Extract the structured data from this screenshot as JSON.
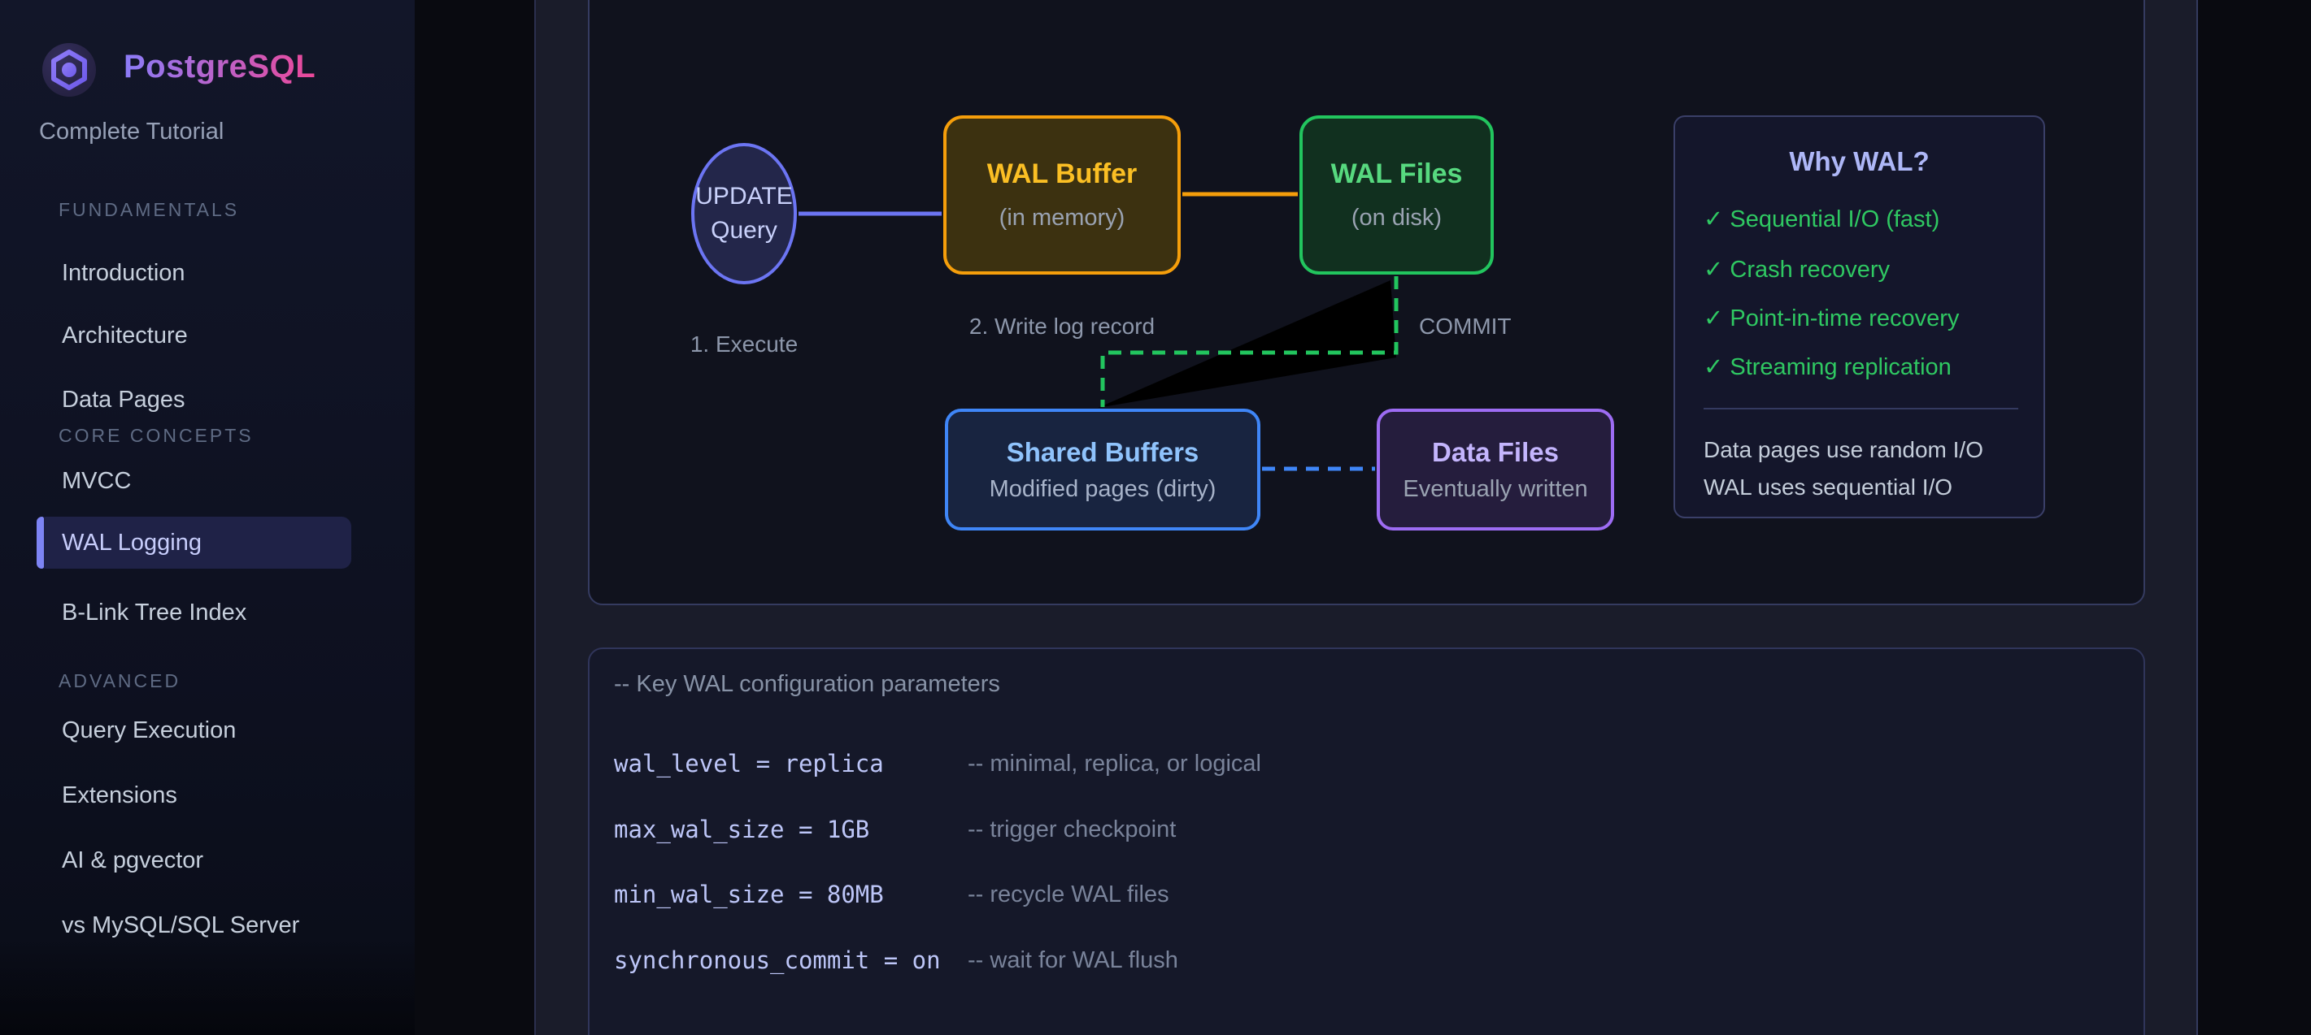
{
  "theme": {
    "accent-purple": "#6c75f3",
    "accent-orange": "#f59e0b",
    "accent-green": "#22c55e",
    "accent-blue": "#3f86f7",
    "accent-violet": "#9d6cf3",
    "brand-start": "#8b7cf8",
    "brand-end": "#ec4899",
    "green-text": "#2fc862",
    "code-text": "#bdc6f8"
  },
  "sidebar": {
    "brand": "PostgreSQL",
    "subtitle": "Complete Tutorial",
    "sections": [
      {
        "label": "FUNDAMENTALS",
        "items": [
          {
            "label": "Introduction"
          },
          {
            "label": "Architecture"
          },
          {
            "label": "Data Pages"
          }
        ]
      },
      {
        "label": "CORE CONCEPTS",
        "items": [
          {
            "label": "MVCC"
          },
          {
            "label": "WAL Logging"
          },
          {
            "label": "B-Link Tree Index"
          }
        ]
      },
      {
        "label": "ADVANCED",
        "items": [
          {
            "label": "Query Execution"
          },
          {
            "label": "Extensions"
          },
          {
            "label": "AI & pgvector"
          },
          {
            "label": "vs MySQL/SQL Server"
          }
        ]
      }
    ]
  },
  "diagram": {
    "nodes": {
      "update_query": {
        "line1": "UPDATE",
        "line2": "Query"
      },
      "wal_buffer": {
        "title": "WAL Buffer",
        "subtitle": "(in memory)"
      },
      "wal_files": {
        "title": "WAL Files",
        "subtitle": "(on disk)"
      },
      "shared_buffers": {
        "title": "Shared Buffers",
        "subtitle": "Modified pages (dirty)"
      },
      "data_files": {
        "title": "Data Files",
        "subtitle": "Eventually written"
      }
    },
    "labels": {
      "execute": "1. Execute",
      "write_log": "2. Write log record",
      "commit": "COMMIT"
    },
    "why_wal": {
      "title": "Why WAL?",
      "check": "✓",
      "benefits": [
        "Sequential I/O (fast)",
        "Crash recovery",
        "Point-in-time recovery",
        "Streaming replication"
      ],
      "notes": [
        "Data pages use random I/O",
        "WAL uses sequential I/O"
      ]
    }
  },
  "code_panel": {
    "comment_title": "-- Key WAL configuration parameters",
    "lines": [
      {
        "code": "wal_level = replica",
        "comment": "-- minimal, replica, or logical"
      },
      {
        "code": "max_wal_size = 1GB",
        "comment": "-- trigger checkpoint"
      },
      {
        "code": "min_wal_size = 80MB",
        "comment": "-- recycle WAL files"
      },
      {
        "code": "synchronous_commit = on",
        "comment": "-- wait for WAL flush"
      }
    ]
  }
}
